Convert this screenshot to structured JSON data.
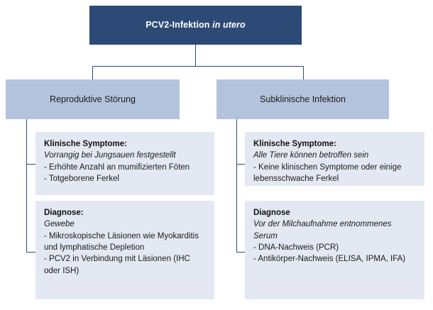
{
  "diagram": {
    "title_text": "PCV2-Infektion in utero",
    "root": {
      "label_plain": "PCV2-Infektion",
      "label_italic": "in utero"
    },
    "branches": [
      {
        "label": "Reproduktive Störung"
      },
      {
        "label": "Subklinische Infektion"
      }
    ],
    "panels": {
      "left_symptoms": {
        "title": "Klinische Symptome:",
        "subtitle": "Vorrangig bei Jungsauen festgestellt",
        "items": [
          "- Erhöhte Anzahl an mumifizierten Föten",
          "- Totgeborene Ferkel"
        ]
      },
      "left_diagnosis": {
        "title": "Diagnose:",
        "subtitle": "Gewebe",
        "items": [
          "- Mikroskopische Läsionen wie Myokarditis und lymphatische Depletion",
          "- PCV2 in Verbindung mit Läsionen (IHC oder ISH)"
        ]
      },
      "right_symptoms": {
        "title": "Klinische Symptome:",
        "subtitle": "Alle Tiere können betroffen sein",
        "items": [
          "- Keine klinischen Symptome oder einige lebensschwache Ferkel"
        ]
      },
      "right_diagnosis": {
        "title": "Diagnose",
        "subtitle": "Vor der Milchaufnahme entnommenes Serum",
        "items": [
          "- DNA-Nachweis (PCR)",
          "- Antikörper-Nachweis (ELISA, IPMA, IFA)"
        ]
      }
    },
    "colors": {
      "root_fill": "#2d4a76",
      "branch_fill": "#b4c3dd",
      "panel_fill": "#e4e8f2",
      "connector_stroke": "#2d4a76",
      "root_text": "#ffffff",
      "body_text": "#1a1a1a",
      "page_background": "#ffffff"
    }
  }
}
